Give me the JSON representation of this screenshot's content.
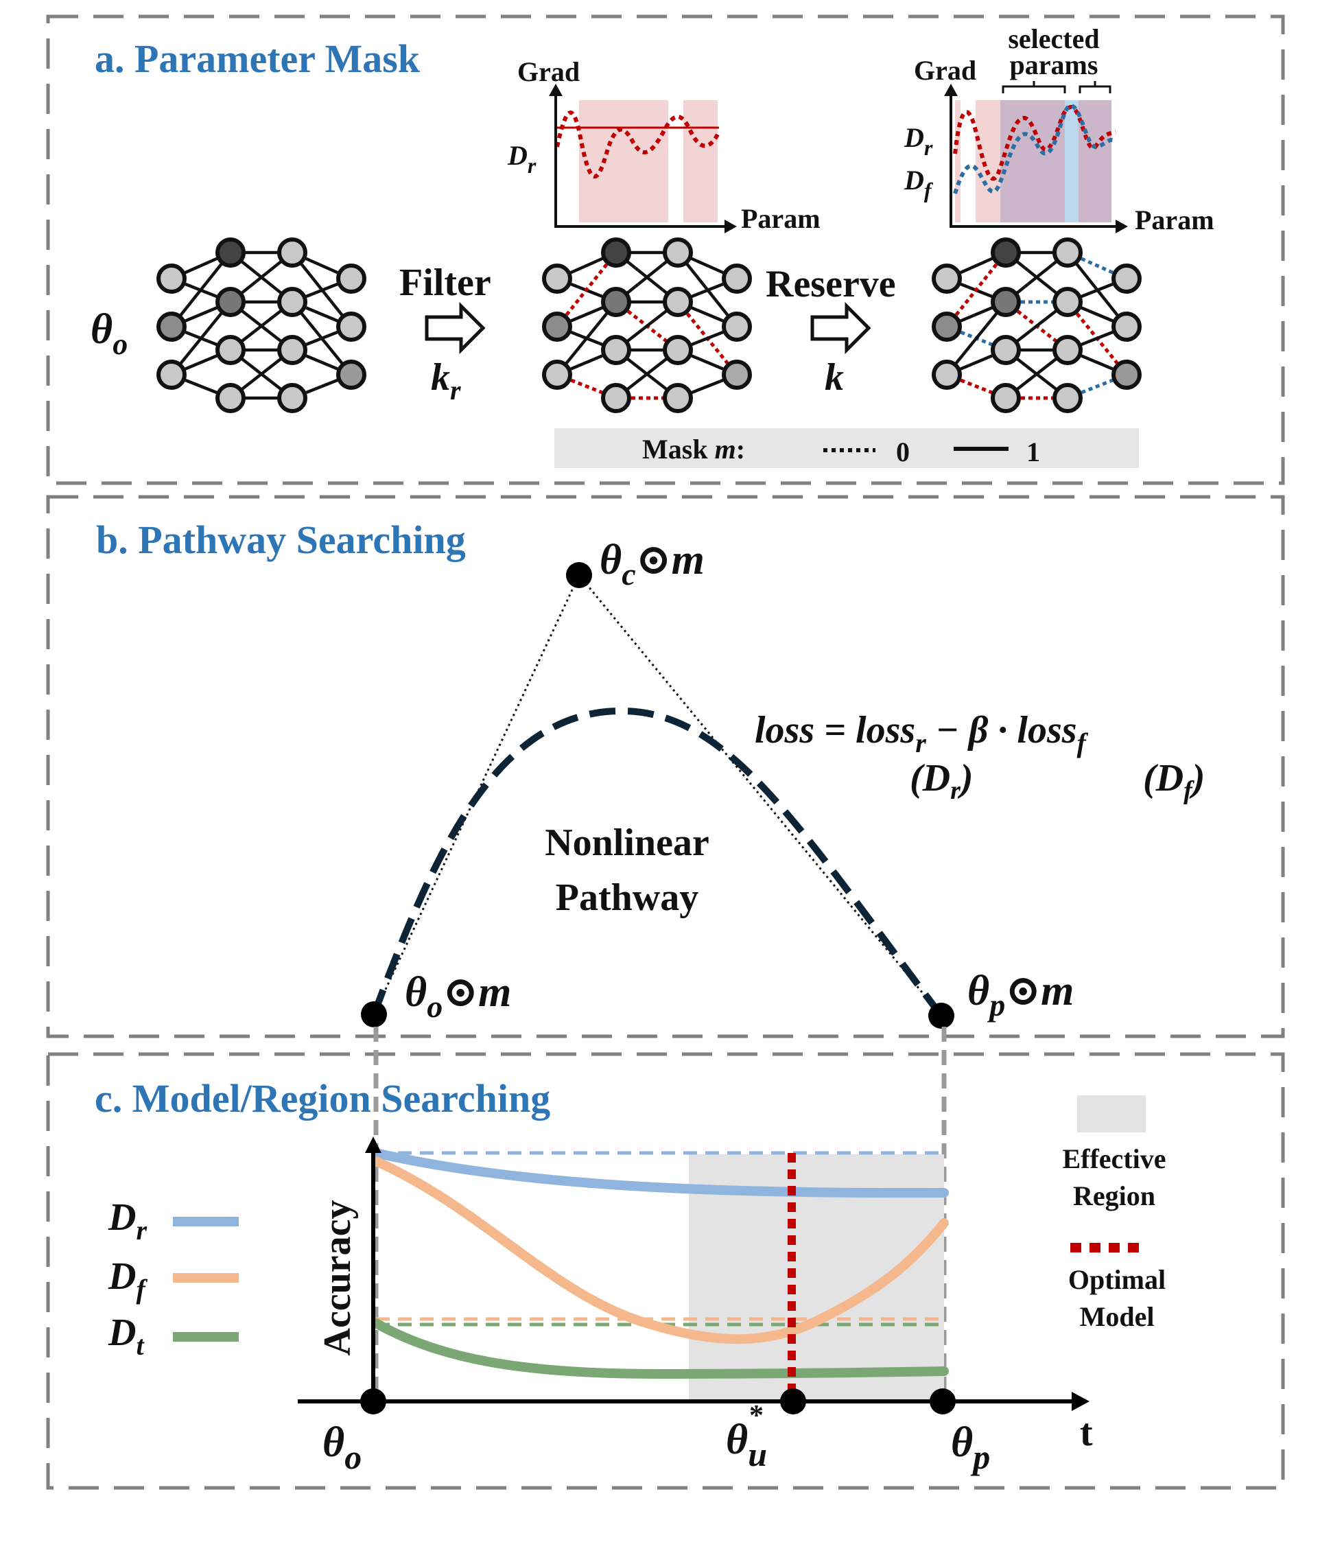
{
  "panels": {
    "a": {
      "title": "a. Parameter Mask",
      "theta_o": "θ",
      "theta_o_sub": "o",
      "filter": "Filter",
      "k_r": "k",
      "k_r_sub": "r",
      "reserve": "Reserve",
      "k": "k",
      "plot1": {
        "ylabel": "Grad",
        "xlabel": "Param",
        "series": "D",
        "series_sub": "r"
      },
      "plot2": {
        "ylabel": "Grad",
        "xlabel": "Param",
        "selected_line1": "selected",
        "selected_line2": "params",
        "series_r": "D",
        "series_r_sub": "r",
        "series_f": "D",
        "series_f_sub": "f"
      },
      "mask": {
        "label": "Mask ",
        "m": "m",
        "colon": ":",
        "zero": "0",
        "one": "1"
      }
    },
    "b": {
      "title": "b. Pathway Searching",
      "top_point": "θ",
      "top_sub": "c",
      "odot": "⊙",
      "m": "m",
      "left_point": "θ",
      "left_sub": "o",
      "right_point": "θ",
      "right_sub": "p",
      "loss_eq": "loss = loss",
      "loss_r_sub": "r",
      "loss_mid": " −  β · loss",
      "loss_f_sub": "f",
      "dr_open": "(D",
      "dr_sub": "r",
      "dr_close": ")",
      "df_open": "(D",
      "df_sub": "f",
      "df_close": ")",
      "pathway1": "Nonlinear",
      "pathway2": "Pathway"
    },
    "c": {
      "title": "c. Model/Region Searching",
      "ylabel": "Accuracy",
      "xlabel": "t",
      "legend": [
        {
          "name": "D",
          "sub": "r",
          "color": "#8fb4dd"
        },
        {
          "name": "D",
          "sub": "f",
          "color": "#f5b88c"
        },
        {
          "name": "D",
          "sub": "t",
          "color": "#7ba774"
        }
      ],
      "effective1": "Effective",
      "effective2": "Region",
      "optimal1": "Optimal",
      "optimal2": "Model",
      "theta_o": "θ",
      "theta_o_sub": "o",
      "theta_u": "θ",
      "theta_u_sub": "u",
      "theta_u_sup": "*",
      "theta_p": "θ",
      "theta_p_sub": "p"
    }
  },
  "colors": {
    "title_blue": "#2e75b6",
    "dashed_border": "#7f7f7f",
    "pathway": "#0d2436",
    "mask_red": "#c00000",
    "mask_blue": "#2e6da4",
    "region_gray": "#e3e3e3",
    "optimal_red": "#c00000"
  }
}
